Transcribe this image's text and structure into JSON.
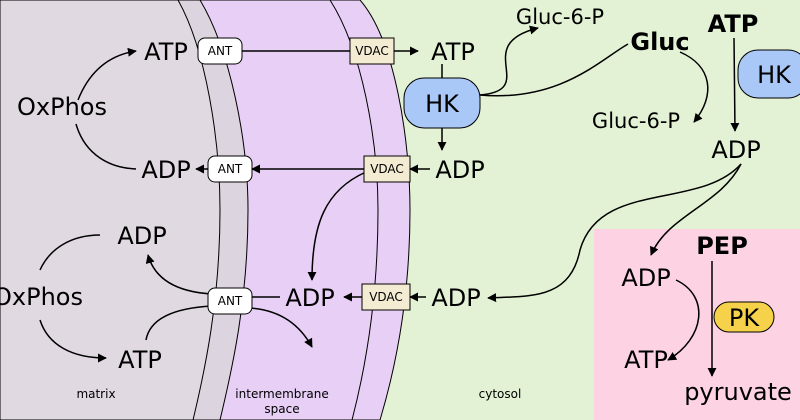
{
  "regions": {
    "matrix": "matrix",
    "ims_line1": "intermembrane",
    "ims_line2": "space",
    "cytosol": "cytosol"
  },
  "metabolites": {
    "oxphos": "OxPhos",
    "atp": "ATP",
    "adp": "ADP",
    "gluc": "Gluc",
    "gluc6p": "Gluc-6-P",
    "pep": "PEP",
    "pyruvate": "pyruvate"
  },
  "transporters": {
    "ant": "ANT",
    "vdac": "VDAC"
  },
  "enzymes": {
    "hk": "HK",
    "pk": "PK"
  },
  "colors": {
    "matrix": "#e0d9e1",
    "inner_membrane": "#dcd4de",
    "intermembrane": "#e7cff5",
    "cytosol": "#e3f2d4",
    "glycolysis_box": "#fdd3e3",
    "hk": "#a9c8f7",
    "pk": "#f5d24a",
    "vdac": "#f4ebd3",
    "ant": "#ffffff"
  }
}
